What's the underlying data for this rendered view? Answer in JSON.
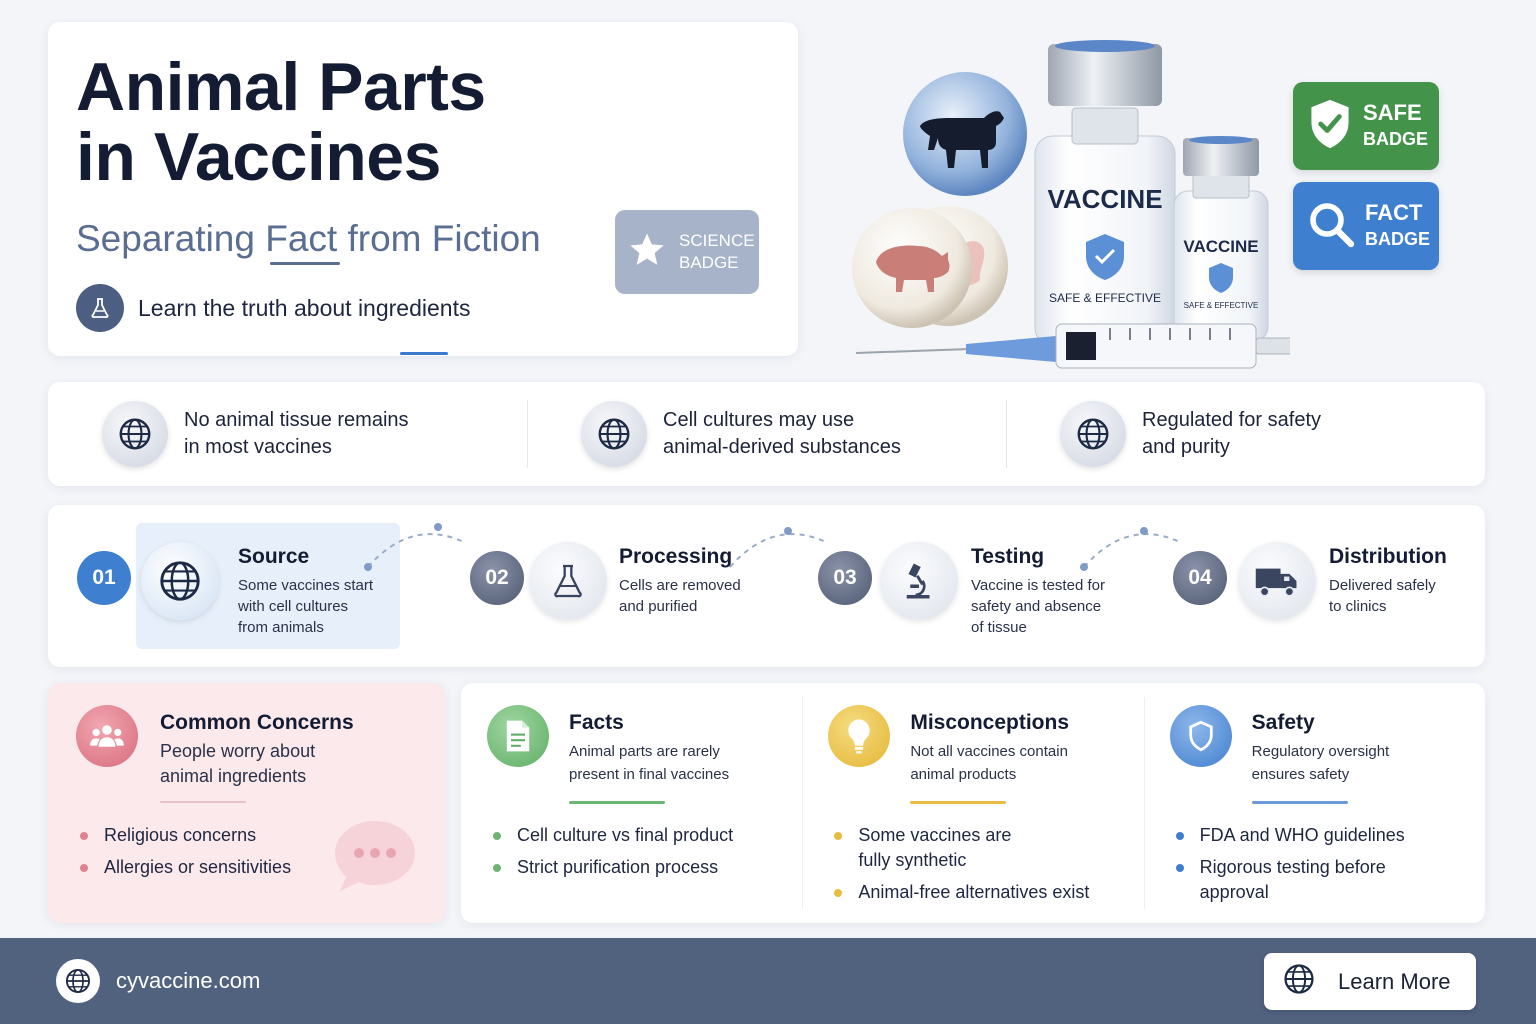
{
  "hero": {
    "title_line1": "Animal Parts",
    "title_line2": "in Vaccines",
    "subtitle": "Separating Fact from Fiction",
    "tagline": "Learn the truth about ingredients",
    "science_badge": [
      "SCIENCE",
      "BADGE"
    ]
  },
  "illustration": {
    "vial_large": {
      "label": "VACCINE",
      "sublabel": "SAFE & EFFECTIVE",
      "obscured": "SAFE & EFFECTIVE"
    },
    "vial_small": {
      "label": "VACCINE",
      "sublabel": "SAFE & EFFECTIVE"
    },
    "icons": [
      "cow-icon",
      "pig-icon",
      "chicken-icon",
      "syringe-icon"
    ]
  },
  "badges": {
    "safe": {
      "line1": "SAFE",
      "line2": "BADGE",
      "color": "#44934b",
      "icon": "shield-check-icon"
    },
    "fact": {
      "line1": "FACT",
      "line2": "BADGE",
      "color": "#3f7fcf",
      "icon": "magnifier-icon"
    }
  },
  "facts_strip": [
    {
      "line1": "No animal tissue remains",
      "line2": "in most vaccines",
      "icon": "globe-icon"
    },
    {
      "line1": "Cell cultures may use",
      "line2": "animal-derived substances",
      "icon": "globe-icon"
    },
    {
      "line1": "Regulated for safety",
      "line2": "and purity",
      "icon": "globe-icon"
    }
  ],
  "process": [
    {
      "num": "01",
      "title": "Source",
      "desc": [
        "Some vaccines start",
        "with cell cultures",
        "from animals"
      ],
      "icon": "globe-icon",
      "color": "#3f7fcf"
    },
    {
      "num": "02",
      "title": "Processing",
      "desc": [
        "Cells are removed",
        "and purified"
      ],
      "icon": "flask-icon",
      "color": "#68728a"
    },
    {
      "num": "03",
      "title": "Testing",
      "desc": [
        "Vaccine is tested for",
        "safety and absence",
        "of tissue"
      ],
      "icon": "microscope-icon",
      "color": "#68728a"
    },
    {
      "num": "04",
      "title": "Distribution",
      "desc": [
        "Delivered safely",
        "to clinics"
      ],
      "icon": "truck-icon",
      "color": "#68728a"
    }
  ],
  "concerns": {
    "title": "Common Concerns",
    "desc": [
      "People worry about",
      "animal ingredients"
    ],
    "bullets": [
      "Religious concerns",
      "Allergies or sensitivities"
    ],
    "color": "#e07c8a",
    "icon": "people-icon"
  },
  "cards": [
    {
      "key": "facts",
      "title": "Facts",
      "desc": [
        "Animal parts are rarely",
        "present in final vaccines"
      ],
      "bullets": [
        [
          "Cell culture vs final product"
        ],
        [
          "Strict purification process"
        ]
      ],
      "color": "#6ab86f",
      "icon": "document-icon"
    },
    {
      "key": "misconceptions",
      "title": "Misconceptions",
      "desc": [
        "Not all vaccines contain",
        "animal products"
      ],
      "bullets": [
        [
          "Some vaccines are",
          "fully synthetic"
        ],
        [
          "Animal-free alternatives exist"
        ]
      ],
      "color": "#e6bd3f",
      "icon": "lightbulb-icon"
    },
    {
      "key": "safety",
      "title": "Safety",
      "desc": [
        "Regulatory oversight",
        "ensures safety"
      ],
      "bullets": [
        [
          "FDA and WHO guidelines"
        ],
        [
          "Rigorous testing before",
          "approval"
        ]
      ],
      "color": "#3f7fcf",
      "icon": "shield-icon"
    }
  ],
  "footer": {
    "site": "cyvaccine.com",
    "button": "Learn More"
  }
}
